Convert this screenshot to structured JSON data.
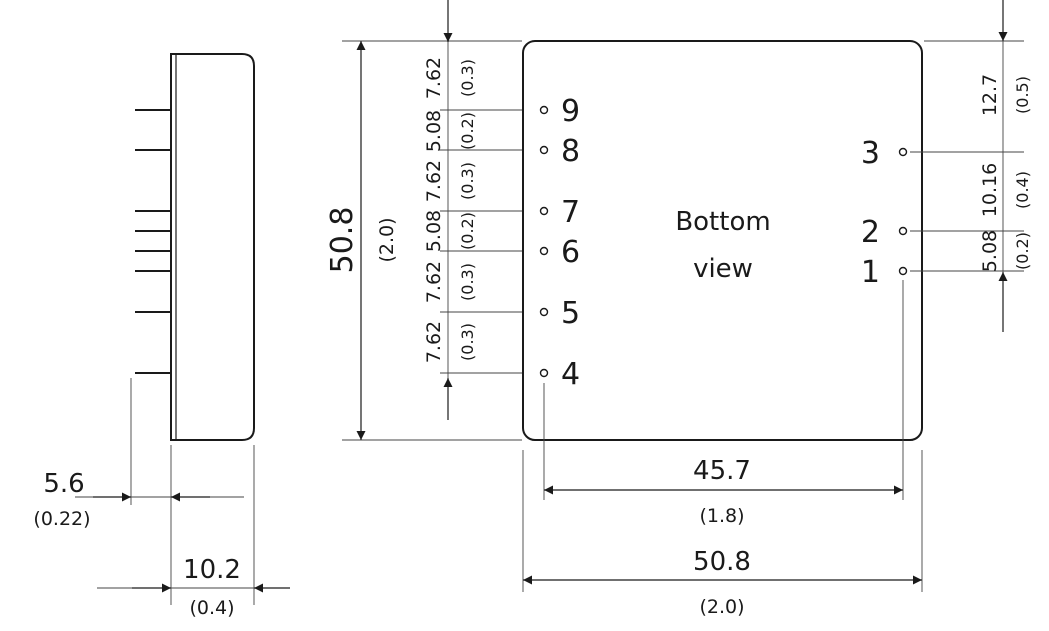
{
  "view_label": {
    "line1": "Bottom",
    "line2": "view"
  },
  "dimensions": {
    "pin_offset": {
      "mm": "5.6",
      "in": "(0.22)"
    },
    "depth": {
      "mm": "10.2",
      "in": "(0.4)"
    },
    "pin_span_width": {
      "mm": "45.7",
      "in": "(1.8)"
    },
    "body_width": {
      "mm": "50.8",
      "in": "(2.0)"
    },
    "body_height": {
      "mm": "50.8",
      "in": "(2.0)"
    }
  },
  "left_pitches": [
    {
      "mm": "7.62",
      "in": "(0.3)"
    },
    {
      "mm": "5.08",
      "in": "(0.2)"
    },
    {
      "mm": "7.62",
      "in": "(0.3)"
    },
    {
      "mm": "5.08",
      "in": "(0.2)"
    },
    {
      "mm": "7.62",
      "in": "(0.3)"
    },
    {
      "mm": "7.62",
      "in": "(0.3)"
    }
  ],
  "right_pitches": [
    {
      "mm": "12.7",
      "in": "(0.5)"
    },
    {
      "mm": "10.16",
      "in": "(0.4)"
    },
    {
      "mm": "5.08",
      "in": "(0.2)"
    }
  ],
  "pins_left": [
    "9",
    "8",
    "7",
    "6",
    "5",
    "4"
  ],
  "pins_right": [
    "3",
    "2",
    "1"
  ]
}
